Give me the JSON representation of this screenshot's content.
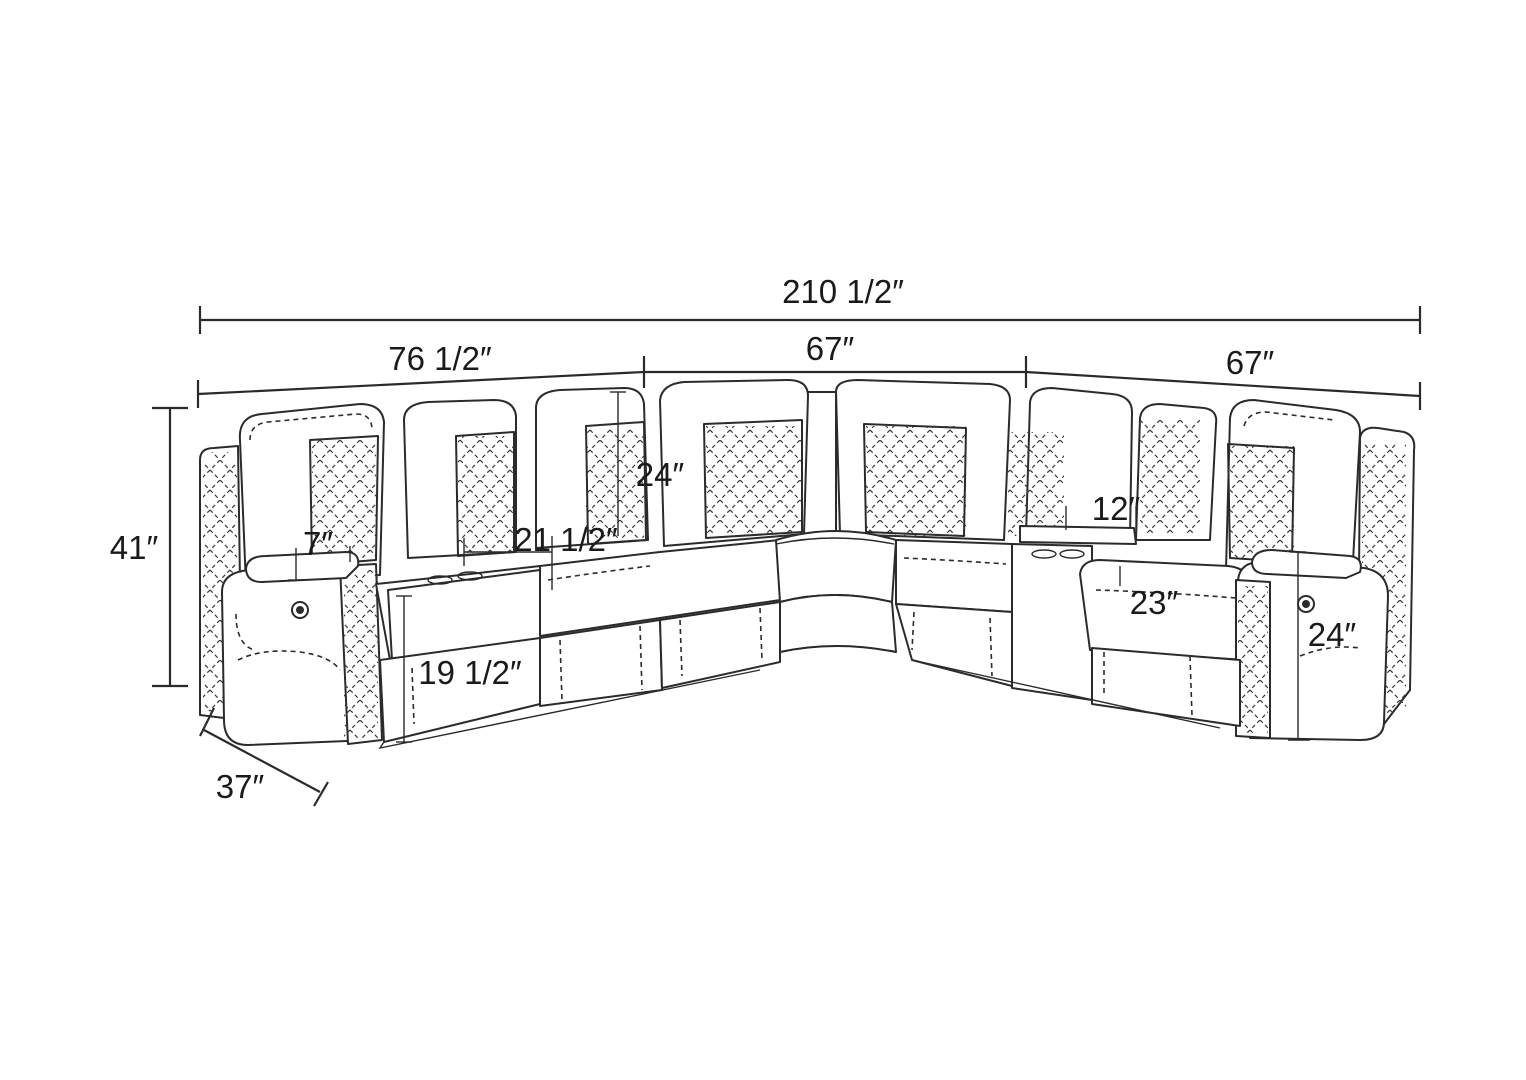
{
  "diagram": {
    "overall_width": "210 1/2″",
    "left_section_width": "76 1/2″",
    "middle_section_width": "67″",
    "right_section_width": "67″",
    "overall_height": "41″",
    "depth": "37″",
    "armrest_height": "7″",
    "seat_width": "21 1/2″",
    "back_height": "24″",
    "seat_height": "19 1/2″",
    "console_width": "12″",
    "recliner_seat_width": "23″",
    "arm_height": "24″"
  }
}
